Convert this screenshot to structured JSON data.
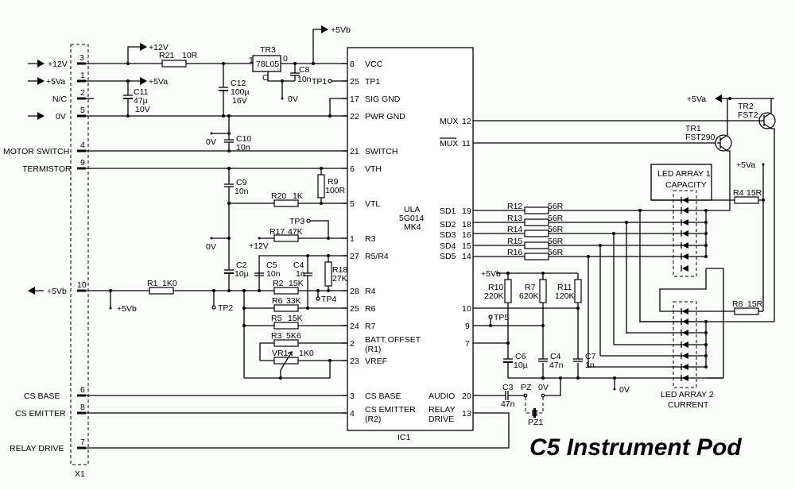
{
  "title": "C5 Instrument Pod",
  "connector": {
    "ref": "X1",
    "pins": [
      {
        "num": "3",
        "label": "+12V",
        "dir": "in"
      },
      {
        "num": "1",
        "label": "+5Va",
        "dir": "in"
      },
      {
        "num": "2",
        "label": "N/C",
        "dir": ""
      },
      {
        "num": "5",
        "label": "0V",
        "dir": "in"
      },
      {
        "num": "4",
        "label": "MOTOR SWITCH",
        "dir": ""
      },
      {
        "num": "9",
        "label": "TERMISTOR",
        "dir": ""
      },
      {
        "num": "10",
        "label": "+5Vb",
        "dir": "out"
      },
      {
        "num": "6",
        "label": "CS BASE",
        "dir": ""
      },
      {
        "num": "8",
        "label": "CS EMITTER",
        "dir": ""
      },
      {
        "num": "7",
        "label": "RELAY DRIVE",
        "dir": ""
      }
    ]
  },
  "ic": {
    "ref": "IC1",
    "name_lines": [
      "ULA",
      "5G014",
      "MK4"
    ],
    "left_pins": [
      {
        "num": "8",
        "name": "VCC"
      },
      {
        "num": "25",
        "name": "TP1"
      },
      {
        "num": "17",
        "name": "SIG GND"
      },
      {
        "num": "22",
        "name": "PWR GND"
      },
      {
        "num": "21",
        "name": "SWITCH"
      },
      {
        "num": "6",
        "name": "VTH"
      },
      {
        "num": "5",
        "name": "VTL"
      },
      {
        "num": "1",
        "name": "R3"
      },
      {
        "num": "27",
        "name": "R5/R4"
      },
      {
        "num": "28",
        "name": "R4"
      },
      {
        "num": "25",
        "name": "R6"
      },
      {
        "num": "24",
        "name": "R7"
      },
      {
        "num": "2",
        "name": "BATT OFFSET",
        "name2": "(R1)"
      },
      {
        "num": "23",
        "name": "VREF"
      },
      {
        "num": "3",
        "name": "CS BASE"
      },
      {
        "num": "4",
        "name": "CS EMITTER",
        "name2": "(R2)"
      }
    ],
    "right_pins": [
      {
        "num": "12",
        "name": "MUX"
      },
      {
        "num": "11",
        "name": "MUX",
        "overline": true
      },
      {
        "num": "19",
        "name": "SD1"
      },
      {
        "num": "18",
        "name": "SD2"
      },
      {
        "num": "16",
        "name": "SD3"
      },
      {
        "num": "15",
        "name": "SD4"
      },
      {
        "num": "14",
        "name": "SD5"
      },
      {
        "num": "10",
        "name": ""
      },
      {
        "num": "9",
        "name": ""
      },
      {
        "num": "7",
        "name": ""
      },
      {
        "num": "20",
        "name": "AUDIO"
      },
      {
        "num": "13",
        "name": "RELAY",
        "name2": "DRIVE"
      }
    ]
  },
  "regulator": {
    "ref": "TR3",
    "part": "78L05",
    "pin_in": "1",
    "pin_out": "0",
    "pin_common": "C"
  },
  "resistors": {
    "R21": {
      "ref": "R21",
      "value": "10R"
    },
    "R9": {
      "ref": "R9",
      "value": "100R"
    },
    "R20": {
      "ref": "R20",
      "value": "1K"
    },
    "R17": {
      "ref": "R17",
      "value": "47K"
    },
    "R18": {
      "ref": "R18",
      "value": "27K"
    },
    "R1": {
      "ref": "R1",
      "value": "1K0"
    },
    "R2": {
      "ref": "R2",
      "value": "15K"
    },
    "R6": {
      "ref": "R6",
      "value": "33K"
    },
    "R5": {
      "ref": "R5",
      "value": "15K"
    },
    "R3": {
      "ref": "R3",
      "value": "5K6"
    },
    "VR1": {
      "ref": "VR1",
      "value": "1K0"
    },
    "R12": {
      "ref": "R12",
      "value": "56R"
    },
    "R13": {
      "ref": "R13",
      "value": "56R"
    },
    "R14": {
      "ref": "R14",
      "value": "56R"
    },
    "R15": {
      "ref": "R15",
      "value": "56R"
    },
    "R16": {
      "ref": "R16",
      "value": "56R"
    },
    "R10": {
      "ref": "R10",
      "value": "220K"
    },
    "R7": {
      "ref": "R7",
      "value": "620K"
    },
    "R11": {
      "ref": "R11",
      "value": "120K"
    },
    "R4": {
      "ref": "R4",
      "value": "15R"
    },
    "R8": {
      "ref": "R8",
      "value": "15R"
    }
  },
  "capacitors": {
    "C11": {
      "ref": "C11",
      "value": "47µ",
      "rating": "10V"
    },
    "C12": {
      "ref": "C12",
      "value": "100µ",
      "rating": "16V"
    },
    "C8": {
      "ref": "C8",
      "value": "10n"
    },
    "C10": {
      "ref": "C10",
      "value": "10n"
    },
    "C9": {
      "ref": "C9",
      "value": "10n"
    },
    "C2": {
      "ref": "C2",
      "value": "10µ"
    },
    "C5": {
      "ref": "C5",
      "value": "10n"
    },
    "C4a": {
      "ref": "C4",
      "value": "1n"
    },
    "C6": {
      "ref": "C6",
      "value": "10µ"
    },
    "C4b": {
      "ref": "C4",
      "value": "47n"
    },
    "C7": {
      "ref": "C7",
      "value": "1n"
    },
    "C3": {
      "ref": "C3",
      "value": "47n"
    }
  },
  "transistors": {
    "TR1": {
      "ref": "TR1",
      "part": "FST290"
    },
    "TR2": {
      "ref": "TR2",
      "part": "FST2"
    }
  },
  "test_points": {
    "TP1": "TP1",
    "TP2": "TP2",
    "TP3": "TP3",
    "TP4": "TP4",
    "TP5": "TP5"
  },
  "rails": {
    "p12v": "+12V",
    "p5va": "+5Va",
    "p5vb": "+5Vb",
    "gnd": "0V"
  },
  "piezo": {
    "ref": "PZ1",
    "pin_a": "PZ",
    "pin_b": "0V"
  },
  "led_arrays": [
    {
      "line1": "LED ARRAY 1",
      "line2": "CAPACITY"
    },
    {
      "line1": "LED ARRAY 2",
      "line2": "CURRENT"
    }
  ]
}
